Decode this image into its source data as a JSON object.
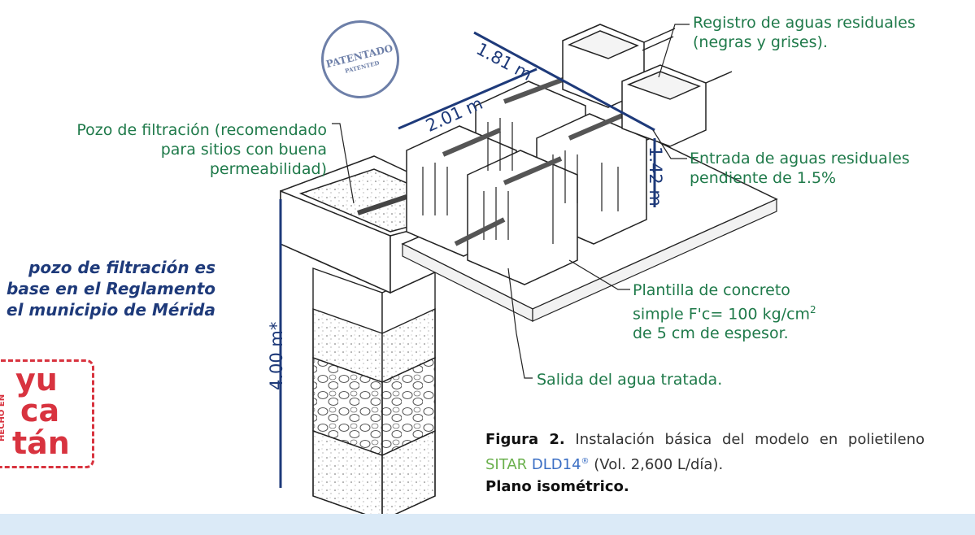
{
  "labels": {
    "registro": [
      "Registro de aguas residuales",
      "(negras y grises)."
    ],
    "pozo": [
      "Pozo de filtración (recomendado",
      "para sitios con buena",
      "permeabilidad)"
    ],
    "entrada": [
      "Entrada de aguas residuales",
      "pendiente de 1.5%"
    ],
    "plantilla_1": "Plantilla de concreto",
    "plantilla_2_pre": "simple F'c= 100 kg/cm",
    "plantilla_2_sup": "2",
    "plantilla_3": "de 5 cm de espesor.",
    "salida": "Salida del agua tratada."
  },
  "dimensions": {
    "d181": "1.81 m",
    "d201": "2.01 m",
    "d142": "1.42 m",
    "d400": "4.00 m*"
  },
  "note_lines": [
    "pozo de filtración es",
    "base en el Reglamento",
    "el municipio de Mérida"
  ],
  "stamp": {
    "main": "PATENTADO",
    "sub": "PATENTED"
  },
  "logo": {
    "small": "HECHO EN",
    "big1": "yu",
    "big2": "ca",
    "big3": "tán"
  },
  "caption": {
    "fig": "Figura 2.",
    "text1": " Instalación básica del modelo en polietileno ",
    "sitar": "SITAR",
    "model": "DLD14",
    "reg": "®",
    "text2": " (Vol. 2,600 L/día).",
    "bold2": "Plano isométrico."
  },
  "colors": {
    "label_green": "#1f7a4a",
    "dim_blue": "#1e3a7a",
    "logo_red": "#d8333f"
  }
}
